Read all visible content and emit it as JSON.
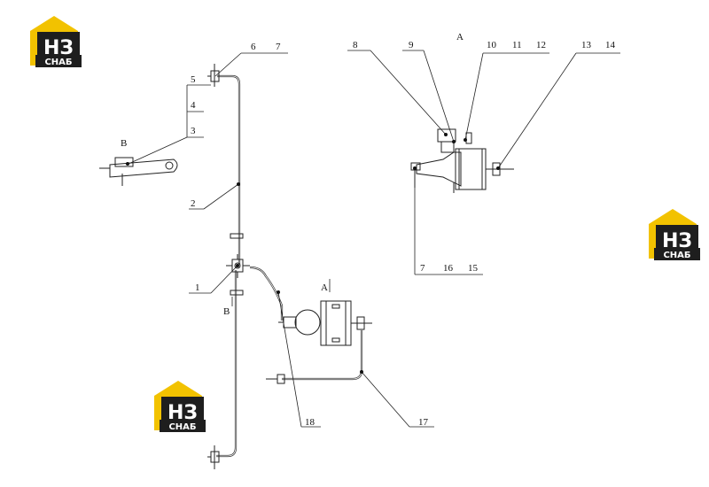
{
  "logo": {
    "letters": "НЗ",
    "caption": "СНАБ",
    "colors": {
      "yellow": "#f2c200",
      "dark": "#1e1e1e",
      "white": "#ffffff"
    }
  },
  "view_labels": {
    "a_top": "А",
    "a_mid": "А",
    "b_side": "В",
    "b_bottom": "В"
  },
  "callouts": {
    "n1": "1",
    "n2": "2",
    "n3": "3",
    "n4": "4",
    "n5": "5",
    "n6": "6",
    "n7a": "7",
    "n8": "8",
    "n9": "9",
    "n10": "10",
    "n11": "11",
    "n12": "12",
    "n13": "13",
    "n14": "14",
    "n7b": "7",
    "n16": "16",
    "n15": "15",
    "n17": "17",
    "n18": "18"
  }
}
